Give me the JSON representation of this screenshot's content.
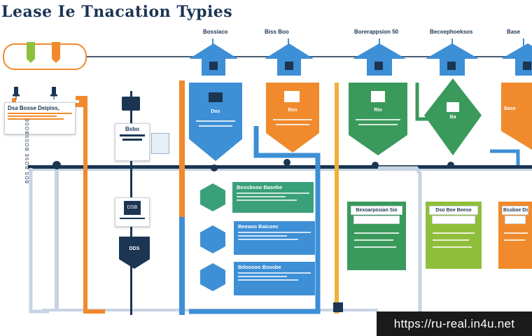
{
  "title": "Lease Ie Tnacation Typies",
  "headers": [
    "Bossiaco",
    "Biss Boo",
    "Borerappsion 50",
    "Becoephoeksos",
    "Base"
  ],
  "left_card": {
    "title": "Dsa Bosse Deipiss,"
  },
  "mid_cards": [
    {
      "title": "Bsbo"
    },
    {
      "title": "DSB"
    },
    {
      "title": "DDS"
    }
  ],
  "column_labels": [
    "Dos",
    "Bsn",
    "Rio",
    "Ba",
    "Base"
  ],
  "tiles": [
    {
      "title": "Bossbsoo Basebe"
    },
    {
      "title": "Beeaoo Baicoec"
    },
    {
      "title": "Bdoosoo Bsosbe"
    }
  ],
  "status_boxes": [
    {
      "caption": "Bexoarposian Sio",
      "color": "#3a9a5c"
    },
    {
      "caption": "Dso Boe Beeso",
      "color": "#8fbf3a"
    },
    {
      "caption": "Bssboe Ds",
      "color": "#f08a2c"
    }
  ],
  "vertical_label": "BDS BOSE BOSSBOSE",
  "watermark_url": "https://ru-real.in4u.net",
  "colors": {
    "navy": "#1b3553",
    "blue": "#3d8fd6",
    "orange": "#f08a2c",
    "green": "#3a9a5c",
    "lime": "#8fbf3a",
    "teal": "#3aa07a"
  }
}
